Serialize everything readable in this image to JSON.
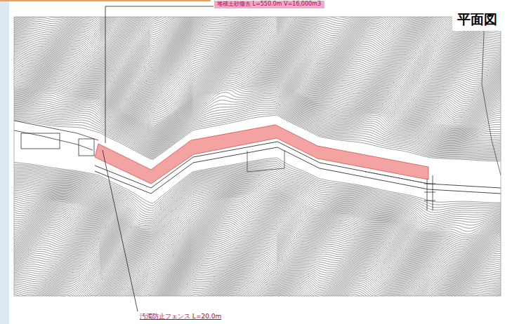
{
  "diagram": {
    "nodes": [
      {
        "text": [
          "堆積土砂撤去 L=550.0m V=16,000m3"
        ]
      },
      {
        "text": [
          "平面図"
        ]
      }
    ],
    "labels": [
      "汚濁防止フェンス L=20.0m"
    ]
  }
}
